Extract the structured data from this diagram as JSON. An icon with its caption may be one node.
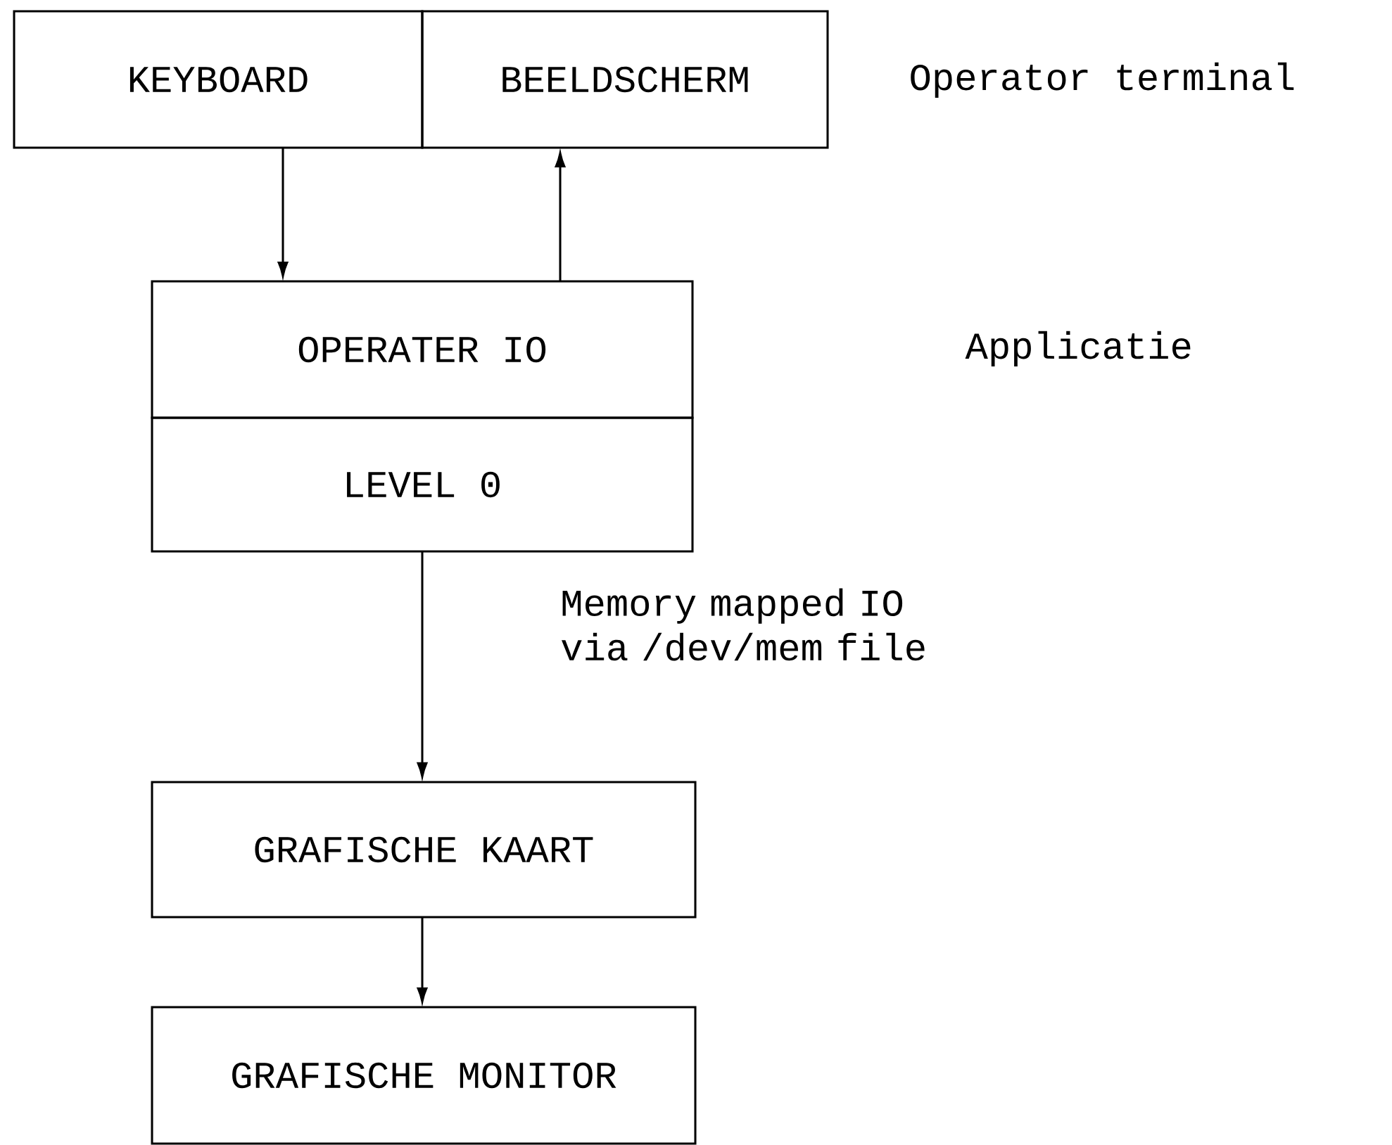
{
  "diagram": {
    "nodes": [
      {
        "text": [
          "KEYBOARD"
        ]
      },
      {
        "text": [
          "BEELDSCHERM"
        ]
      },
      {
        "text": [
          "OPERATER IO"
        ]
      },
      {
        "text": [
          "LEVEL 0"
        ]
      },
      {
        "text": [
          "GRAFISCHE KAART"
        ]
      },
      {
        "text": [
          "GRAFISCHE MONITOR"
        ]
      }
    ],
    "edges": [
      {
        "from": 0,
        "to": 2,
        "arrow": "to"
      },
      {
        "from": 2,
        "to": 1,
        "arrow": "to"
      },
      {
        "from": 3,
        "to": 4,
        "arrow": "to",
        "label": "Memory mapped IO via /dev/mem file"
      },
      {
        "from": 4,
        "to": 5,
        "arrow": "to"
      }
    ],
    "labels": [
      "Operator terminal",
      "Applicatie"
    ]
  }
}
